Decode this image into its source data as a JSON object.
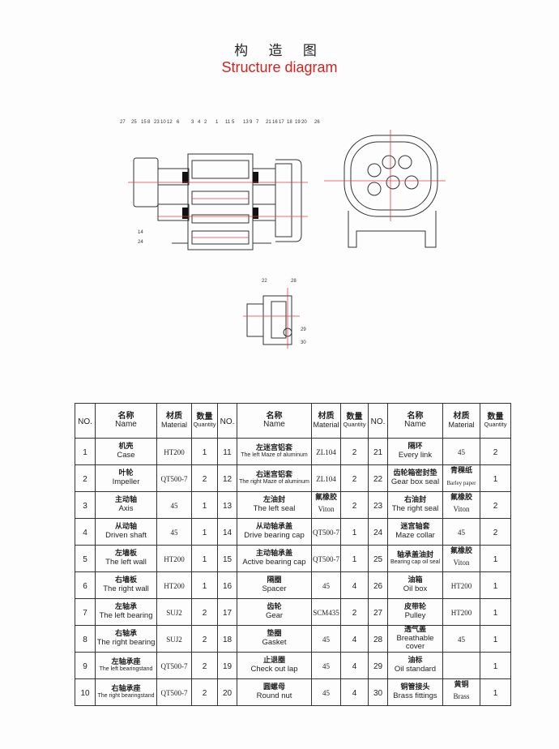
{
  "title_cn": "构 造 图",
  "title_en": "Structure diagram",
  "diagram_labels": {
    "top": [
      "27",
      "25",
      "15",
      "8",
      "23",
      "10",
      "12",
      "6",
      "3",
      "4",
      "2",
      "1",
      "11",
      "5",
      "13",
      "9",
      "7",
      "21",
      "16",
      "17",
      "18",
      "19",
      "20",
      "26"
    ],
    "left": [
      "14",
      "24"
    ],
    "detail": [
      "22",
      "28",
      "29",
      "30"
    ]
  },
  "table": {
    "headers": {
      "no": "NO.",
      "name_cn": "名称",
      "name_en": "Name",
      "material_cn": "材质",
      "material_en": "Material",
      "qty_cn": "数量",
      "qty_en": "Quantity"
    },
    "rows": [
      [
        {
          "no": "1",
          "cn": "机壳",
          "en": "Case",
          "mat": "HT200",
          "qty": "1"
        },
        {
          "no": "11",
          "cn": "左迷宫铝套",
          "en": "The left Maze of aluminum",
          "mat": "ZL104",
          "qty": "2"
        },
        {
          "no": "21",
          "cn": "隔环",
          "en": "Every link",
          "mat": "45",
          "qty": "2"
        }
      ],
      [
        {
          "no": "2",
          "cn": "叶轮",
          "en": "Impeller",
          "mat": "QT500-7",
          "qty": "2"
        },
        {
          "no": "12",
          "cn": "右迷宫铝套",
          "en": "The right Maze of aluminum",
          "mat": "ZL104",
          "qty": "2"
        },
        {
          "no": "22",
          "cn": "齿轮箱密封垫",
          "en": "Gear box seal",
          "mat_cn": "青稞纸",
          "mat": "Barley paper",
          "qty": "1"
        }
      ],
      [
        {
          "no": "3",
          "cn": "主动轴",
          "en": "Axis",
          "mat": "45",
          "qty": "1"
        },
        {
          "no": "13",
          "cn": "左油封",
          "en": "The left seal",
          "mat_cn": "氟橡胶",
          "mat": "Viton",
          "qty": "2"
        },
        {
          "no": "23",
          "cn": "右油封",
          "en": "The right seal",
          "mat_cn": "氟橡胶",
          "mat": "Viton",
          "qty": "2"
        }
      ],
      [
        {
          "no": "4",
          "cn": "从动轴",
          "en": "Driven shaft",
          "mat": "45",
          "qty": "1"
        },
        {
          "no": "14",
          "cn": "从动轴承盖",
          "en": "Drive bearing cap",
          "mat": "QT500-7",
          "qty": "1"
        },
        {
          "no": "24",
          "cn": "迷宫轴套",
          "en": "Maze collar",
          "mat": "45",
          "qty": "2"
        }
      ],
      [
        {
          "no": "5",
          "cn": "左墙板",
          "en": "The left wall",
          "mat": "HT200",
          "qty": "1"
        },
        {
          "no": "15",
          "cn": "主动轴承盖",
          "en": "Active bearing cap",
          "mat": "QT500-7",
          "qty": "1"
        },
        {
          "no": "25",
          "cn": "轴承盖油封",
          "en": "Bearing cap oil seal",
          "mat_cn": "氟橡胶",
          "mat": "Viton",
          "qty": "1"
        }
      ],
      [
        {
          "no": "6",
          "cn": "右墙板",
          "en": "The right wall",
          "mat": "HT200",
          "qty": "1"
        },
        {
          "no": "16",
          "cn": "隔圈",
          "en": "Spacer",
          "mat": "45",
          "qty": "4"
        },
        {
          "no": "26",
          "cn": "油箱",
          "en": "Oil box",
          "mat": "HT200",
          "qty": "1"
        }
      ],
      [
        {
          "no": "7",
          "cn": "左轴承",
          "en": "The left bearing",
          "mat": "SUJ2",
          "qty": "2"
        },
        {
          "no": "17",
          "cn": "齿轮",
          "en": "Gear",
          "mat": "SCM435",
          "qty": "2"
        },
        {
          "no": "27",
          "cn": "皮带轮",
          "en": "Pulley",
          "mat": "HT200",
          "qty": "1"
        }
      ],
      [
        {
          "no": "8",
          "cn": "右轴承",
          "en": "The right bearing",
          "mat": "SUJ2",
          "qty": "2"
        },
        {
          "no": "18",
          "cn": "垫圈",
          "en": "Gasket",
          "mat": "45",
          "qty": "4"
        },
        {
          "no": "28",
          "cn": "透气盖",
          "en": "Breathable cover",
          "mat": "45",
          "qty": "1"
        }
      ],
      [
        {
          "no": "9",
          "cn": "左轴承座",
          "en": "The left bearingstand",
          "mat": "QT500-7",
          "qty": "2"
        },
        {
          "no": "19",
          "cn": "止退圈",
          "en": "Check out lap",
          "mat": "45",
          "qty": "4"
        },
        {
          "no": "29",
          "cn": "油标",
          "en": "Oil standard",
          "mat": "",
          "qty": "1"
        }
      ],
      [
        {
          "no": "10",
          "cn": "右轴承座",
          "en": "The right bearingstand",
          "mat": "QT500-7",
          "qty": "2"
        },
        {
          "no": "20",
          "cn": "圆螺母",
          "en": "Round nut",
          "mat": "45",
          "qty": "4"
        },
        {
          "no": "30",
          "cn": "铜管接头",
          "en": "Brass fittings",
          "mat_cn": "黄铜",
          "mat": "Brass",
          "qty": "1"
        }
      ]
    ]
  }
}
